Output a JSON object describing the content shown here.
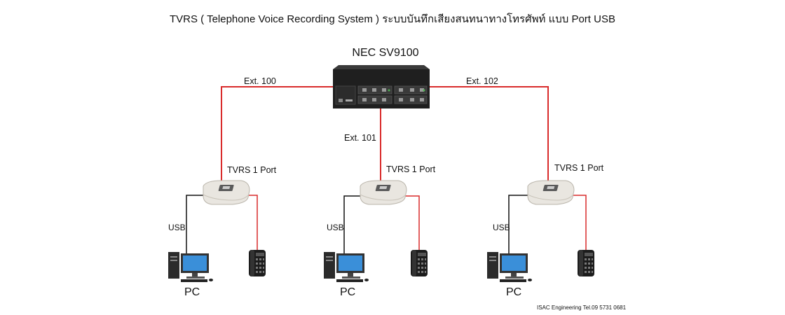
{
  "title": "TVRS ( Telephone Voice Recording System ) ระบบบันทึกเสียงสนทนาทางโทรศัพท์ แบบ Port USB",
  "pbx": {
    "label": "NEC SV9100",
    "icon": "pbx-rack-icon"
  },
  "extensions": [
    {
      "label": "Ext. 100"
    },
    {
      "label": "Ext. 101"
    },
    {
      "label": "Ext. 102"
    }
  ],
  "recorders": [
    {
      "label": "TVRS 1 Port",
      "usb": "USB",
      "pc": "PC"
    },
    {
      "label": "TVRS 1 Port",
      "usb": "USB",
      "pc": "PC"
    },
    {
      "label": "TVRS 1 Port",
      "usb": "USB",
      "pc": "PC"
    }
  ],
  "footer": "ISAC Engineering Tel.09 5731 0681",
  "colors": {
    "phone_line": "#d92b2b",
    "usb_line": "#111111"
  }
}
